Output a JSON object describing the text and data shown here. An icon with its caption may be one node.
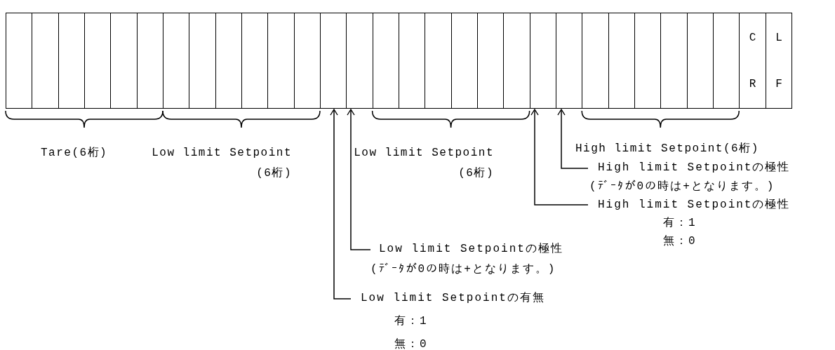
{
  "diagram": {
    "nodes": [
      {
        "text": [],
        "shape": "box"
      },
      {
        "text": [],
        "shape": "box"
      },
      {
        "text": [],
        "shape": "box"
      },
      {
        "text": [],
        "shape": "box"
      },
      {
        "text": [],
        "shape": "box"
      },
      {
        "text": [],
        "shape": "box"
      },
      {
        "text": [],
        "shape": "box"
      },
      {
        "text": [],
        "shape": "box"
      },
      {
        "text": [],
        "shape": "box"
      },
      {
        "text": [],
        "shape": "box"
      },
      {
        "text": [],
        "shape": "box"
      },
      {
        "text": [],
        "shape": "box"
      },
      {
        "text": [],
        "shape": "box"
      },
      {
        "text": [],
        "shape": "box"
      },
      {
        "text": [],
        "shape": "box"
      },
      {
        "text": [],
        "shape": "box"
      },
      {
        "text": [],
        "shape": "box"
      },
      {
        "text": [],
        "shape": "box"
      },
      {
        "text": [],
        "shape": "box"
      },
      {
        "text": [],
        "shape": "box"
      },
      {
        "text": [],
        "shape": "box"
      },
      {
        "text": [],
        "shape": "box"
      },
      {
        "text": [],
        "shape": "box"
      },
      {
        "text": [],
        "shape": "box"
      },
      {
        "text": [],
        "shape": "box"
      },
      {
        "text": [],
        "shape": "box"
      },
      {
        "text": [],
        "shape": "box"
      },
      {
        "text": [],
        "shape": "box"
      },
      {
        "text": [
          "CR"
        ]
      },
      {
        "text": [
          "LF"
        ]
      },
      {
        "text": [
          "High limit Setpointの極性",
          "(ﾃﾞｰﾀが0の時は+となります。)"
        ]
      },
      {
        "text": [
          "High limit Setpointの極性",
          "有：1",
          "無：0"
        ]
      },
      {
        "text": [
          "Low limit Setpointの極性",
          "(ﾃﾞｰﾀが0の時は+となります。)"
        ]
      },
      {
        "text": [
          "Low limit Setpointの有無",
          "有：1",
          "無：0"
        ]
      }
    ],
    "edges": [
      {
        "from": 30,
        "to": 21,
        "arrow": "to"
      },
      {
        "from": 31,
        "to": 20,
        "arrow": "to"
      },
      {
        "from": 32,
        "to": 13,
        "arrow": "to"
      },
      {
        "from": 33,
        "to": 12,
        "arrow": "to"
      }
    ],
    "labels": [
      "Tare(6桁)",
      "Low limit Setpoint (6桁)",
      "Low limit Setpoint (6桁)",
      "High limit Setpoint(6桁)"
    ]
  }
}
